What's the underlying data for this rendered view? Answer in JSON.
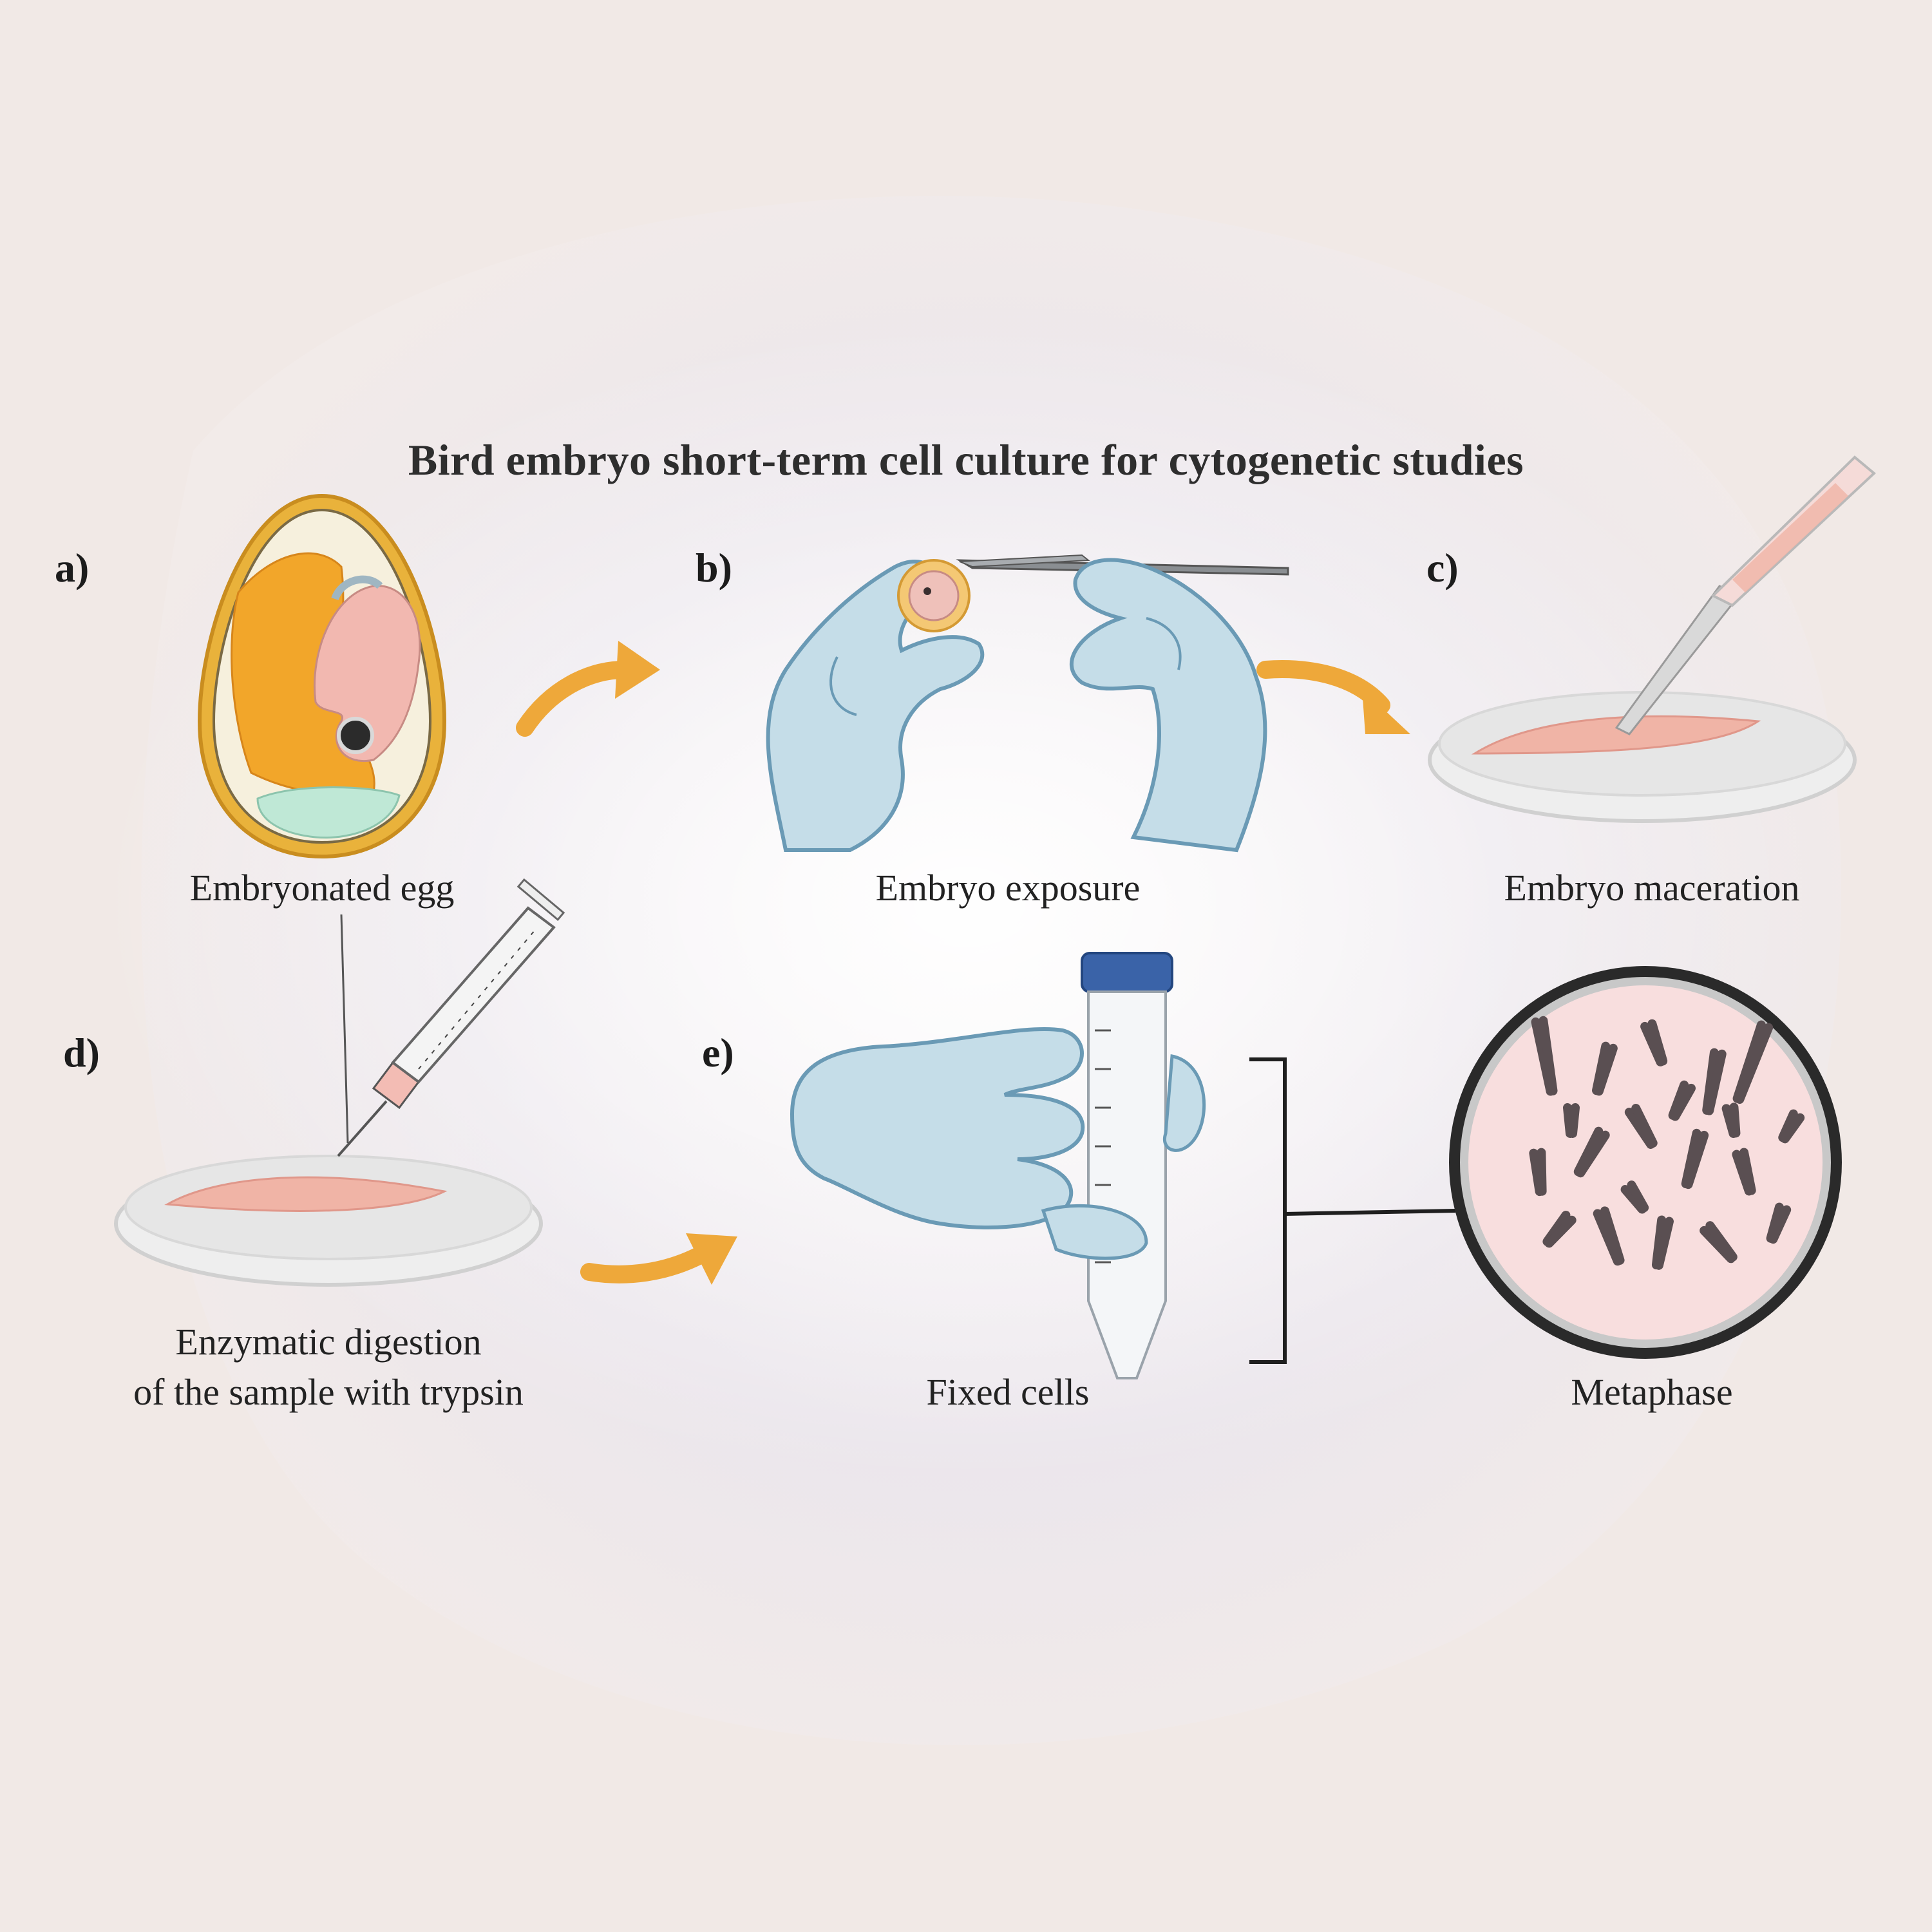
{
  "title": "Bird embryo short-term cell culture for cytogenetic studies",
  "steps": [
    {
      "letter": "a)",
      "caption": "Embryonated egg"
    },
    {
      "letter": "b)",
      "caption": "Embryo exposure"
    },
    {
      "letter": "c)",
      "caption": "Embryo maceration"
    },
    {
      "letter": "d)",
      "caption_line1": "Enzymatic digestion",
      "caption_line2": "of the sample with trypsin"
    },
    {
      "letter": "e)",
      "caption": "Fixed cells"
    }
  ],
  "metaphase_caption": "Metaphase",
  "colors": {
    "arrow": "#eea83a",
    "glove": "#c5dde8",
    "glove_outline": "#6a9ab5",
    "egg_shell": "#e9b23b",
    "yolk": "#f2a62a",
    "embryo": "#f2b8b0",
    "tissue": "#f0b4a6",
    "tube_cap": "#3a63a8",
    "chromosome": "#5a4f52",
    "metaphase_bg": "#f8dede"
  },
  "icons": [
    "egg-icon",
    "gloved-hands-icon",
    "forceps-icon",
    "petri-dish-icon",
    "scalpel-icon",
    "syringe-icon",
    "conical-tube-icon",
    "magnifier-circle-icon"
  ]
}
